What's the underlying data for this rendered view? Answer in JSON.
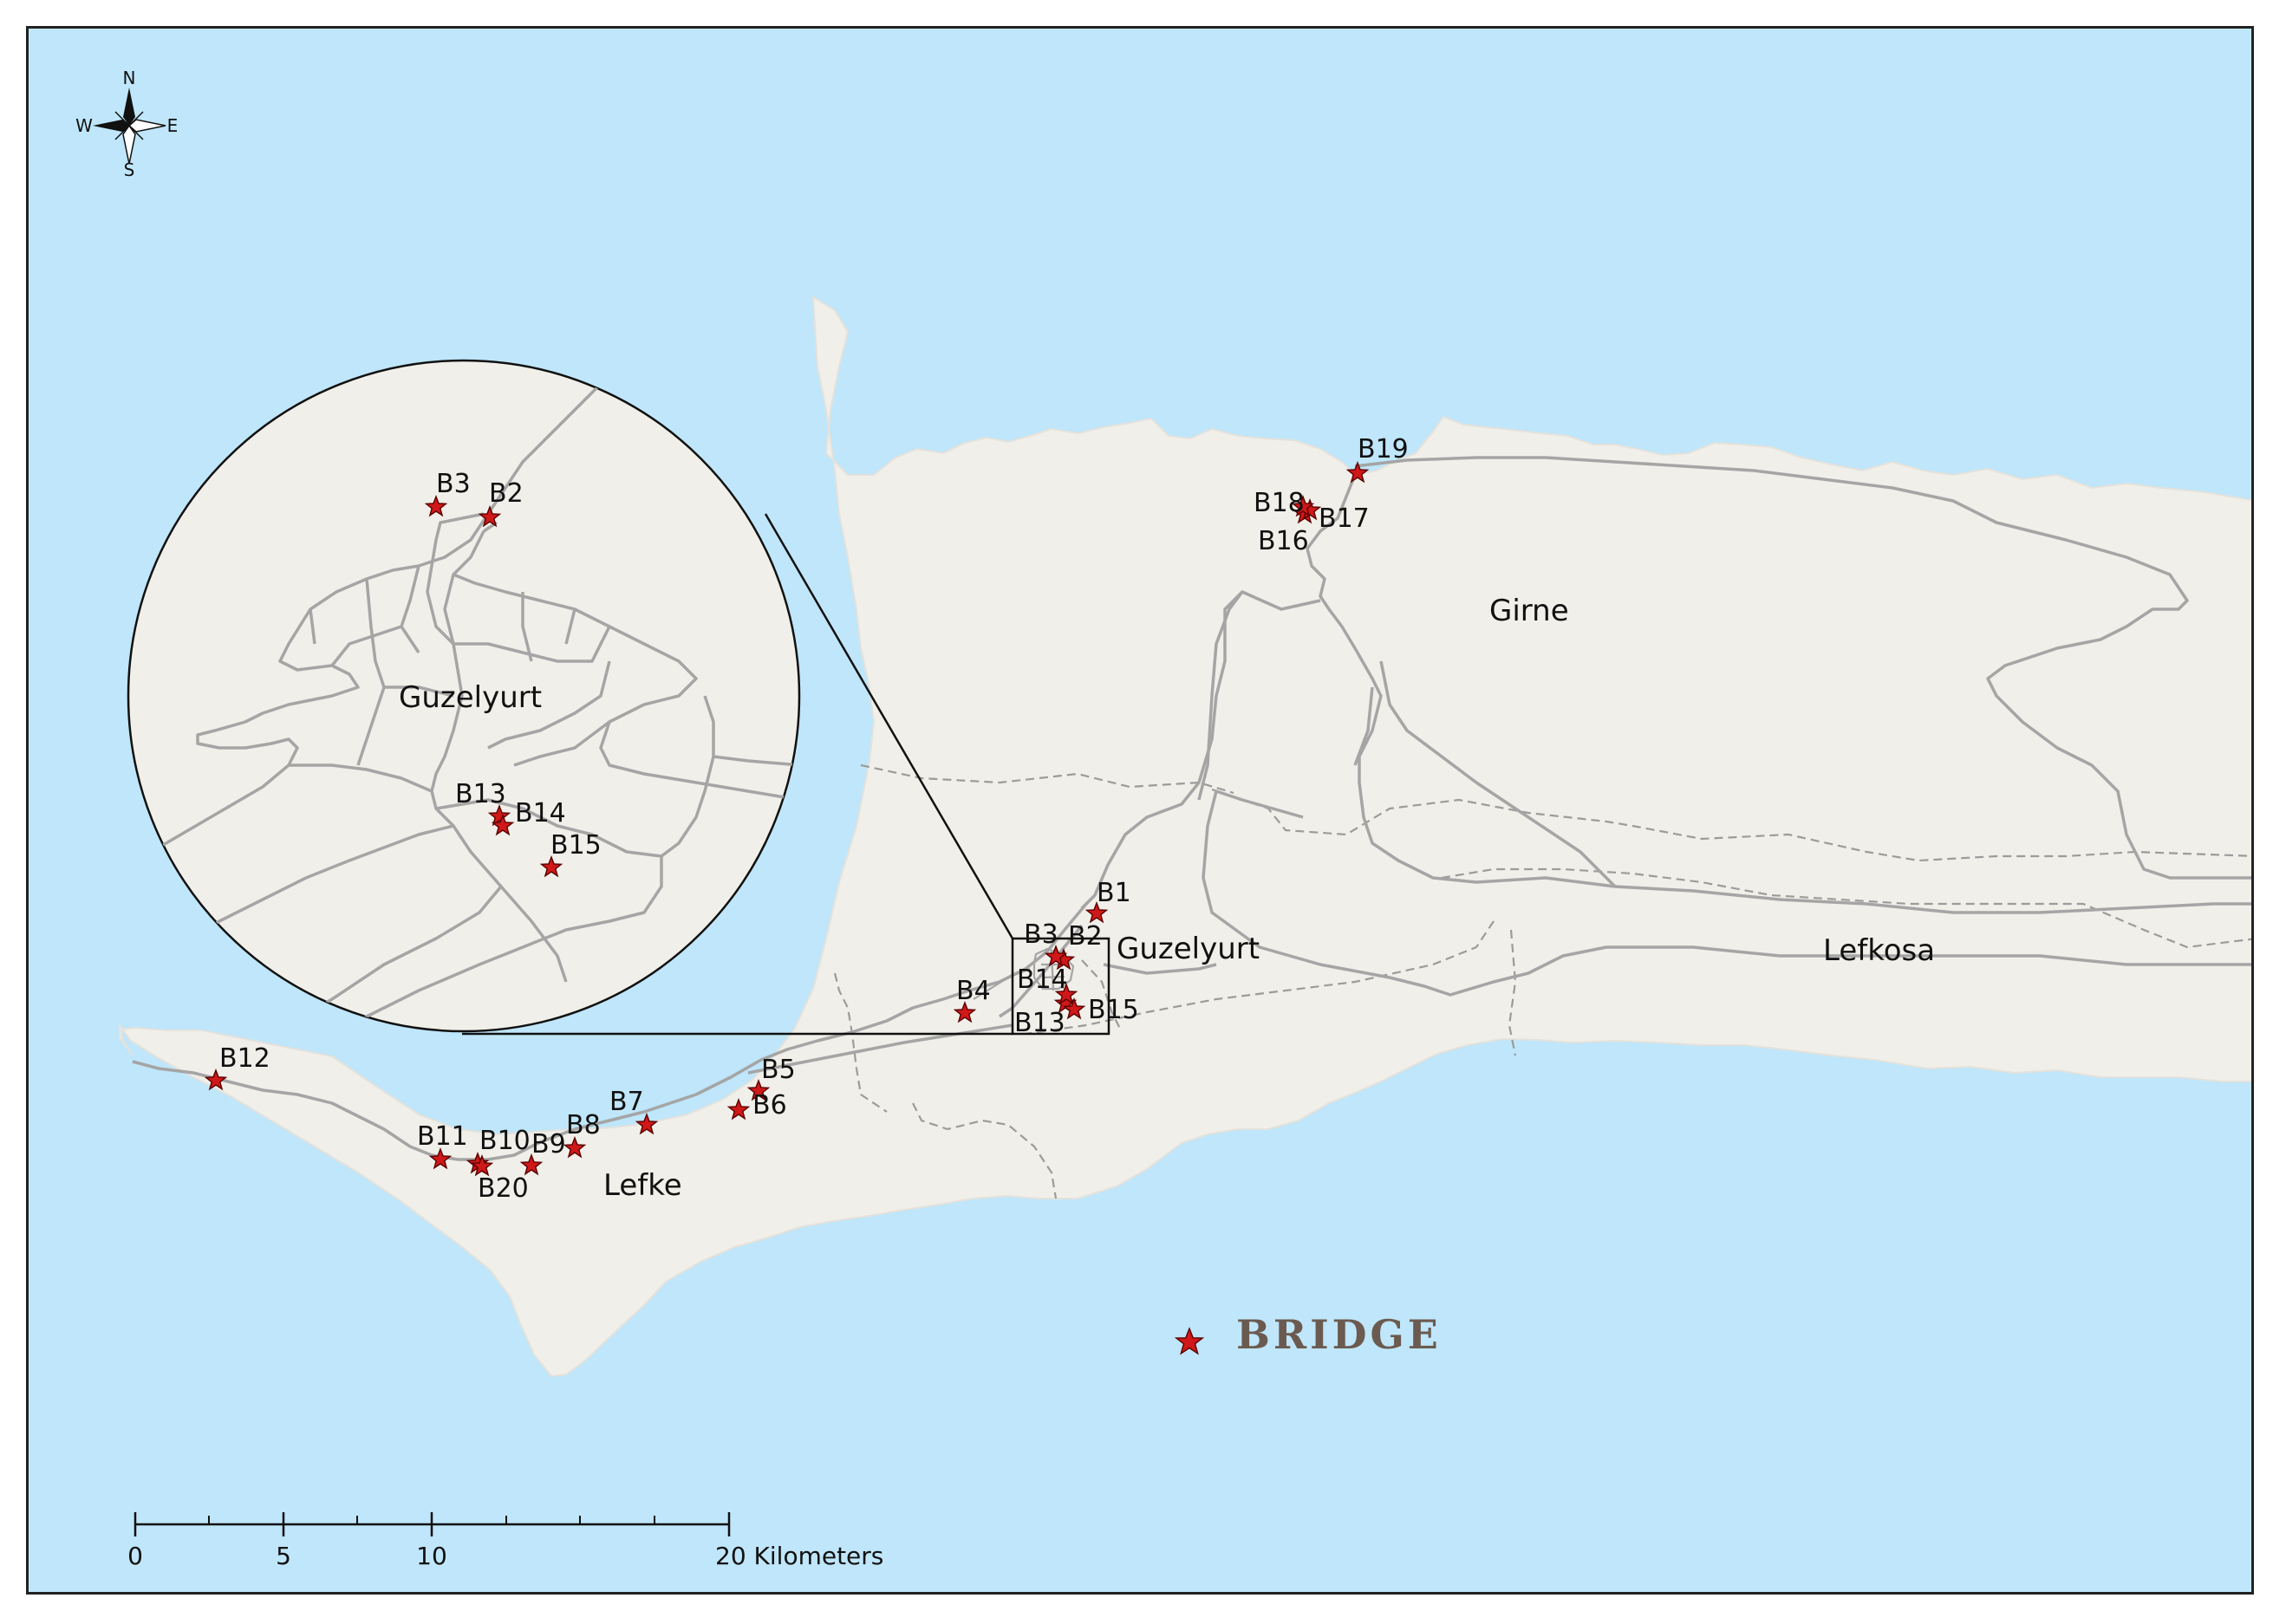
{
  "map": {
    "compass": {
      "n": "N",
      "s": "S",
      "e": "E",
      "w": "W"
    },
    "places": [
      {
        "id": "girne",
        "label": "Girne"
      },
      {
        "id": "lefkosa",
        "label": "Lefkosa"
      },
      {
        "id": "guzelyurt",
        "label": "Guzelyurt"
      },
      {
        "id": "lefke",
        "label": "Lefke"
      },
      {
        "id": "guzelyurt-inset",
        "label": "Guzelyurt"
      }
    ],
    "bridges": [
      {
        "label": "B1"
      },
      {
        "label": "B2"
      },
      {
        "label": "B3"
      },
      {
        "label": "B4"
      },
      {
        "label": "B5"
      },
      {
        "label": "B6"
      },
      {
        "label": "B7"
      },
      {
        "label": "B8"
      },
      {
        "label": "B9"
      },
      {
        "label": "B10"
      },
      {
        "label": "B11"
      },
      {
        "label": "B12"
      },
      {
        "label": "B13"
      },
      {
        "label": "B14"
      },
      {
        "label": "B15"
      },
      {
        "label": "B16"
      },
      {
        "label": "B17"
      },
      {
        "label": "B18"
      },
      {
        "label": "B19"
      },
      {
        "label": "B20"
      }
    ],
    "inset_bridges": [
      {
        "label": "B2"
      },
      {
        "label": "B3"
      },
      {
        "label": "B13"
      },
      {
        "label": "B14"
      },
      {
        "label": "B15"
      }
    ],
    "legend": {
      "label": "BRIDGE",
      "symbol": "red-star-icon"
    },
    "scale_bar": {
      "ticks": [
        "0",
        "5",
        "10",
        "20 Kilometers"
      ]
    },
    "colors": {
      "sea": "#bfe6fa",
      "land": "#f1efe9",
      "road": "#a5a5a5",
      "bridge": "#d01818"
    }
  }
}
